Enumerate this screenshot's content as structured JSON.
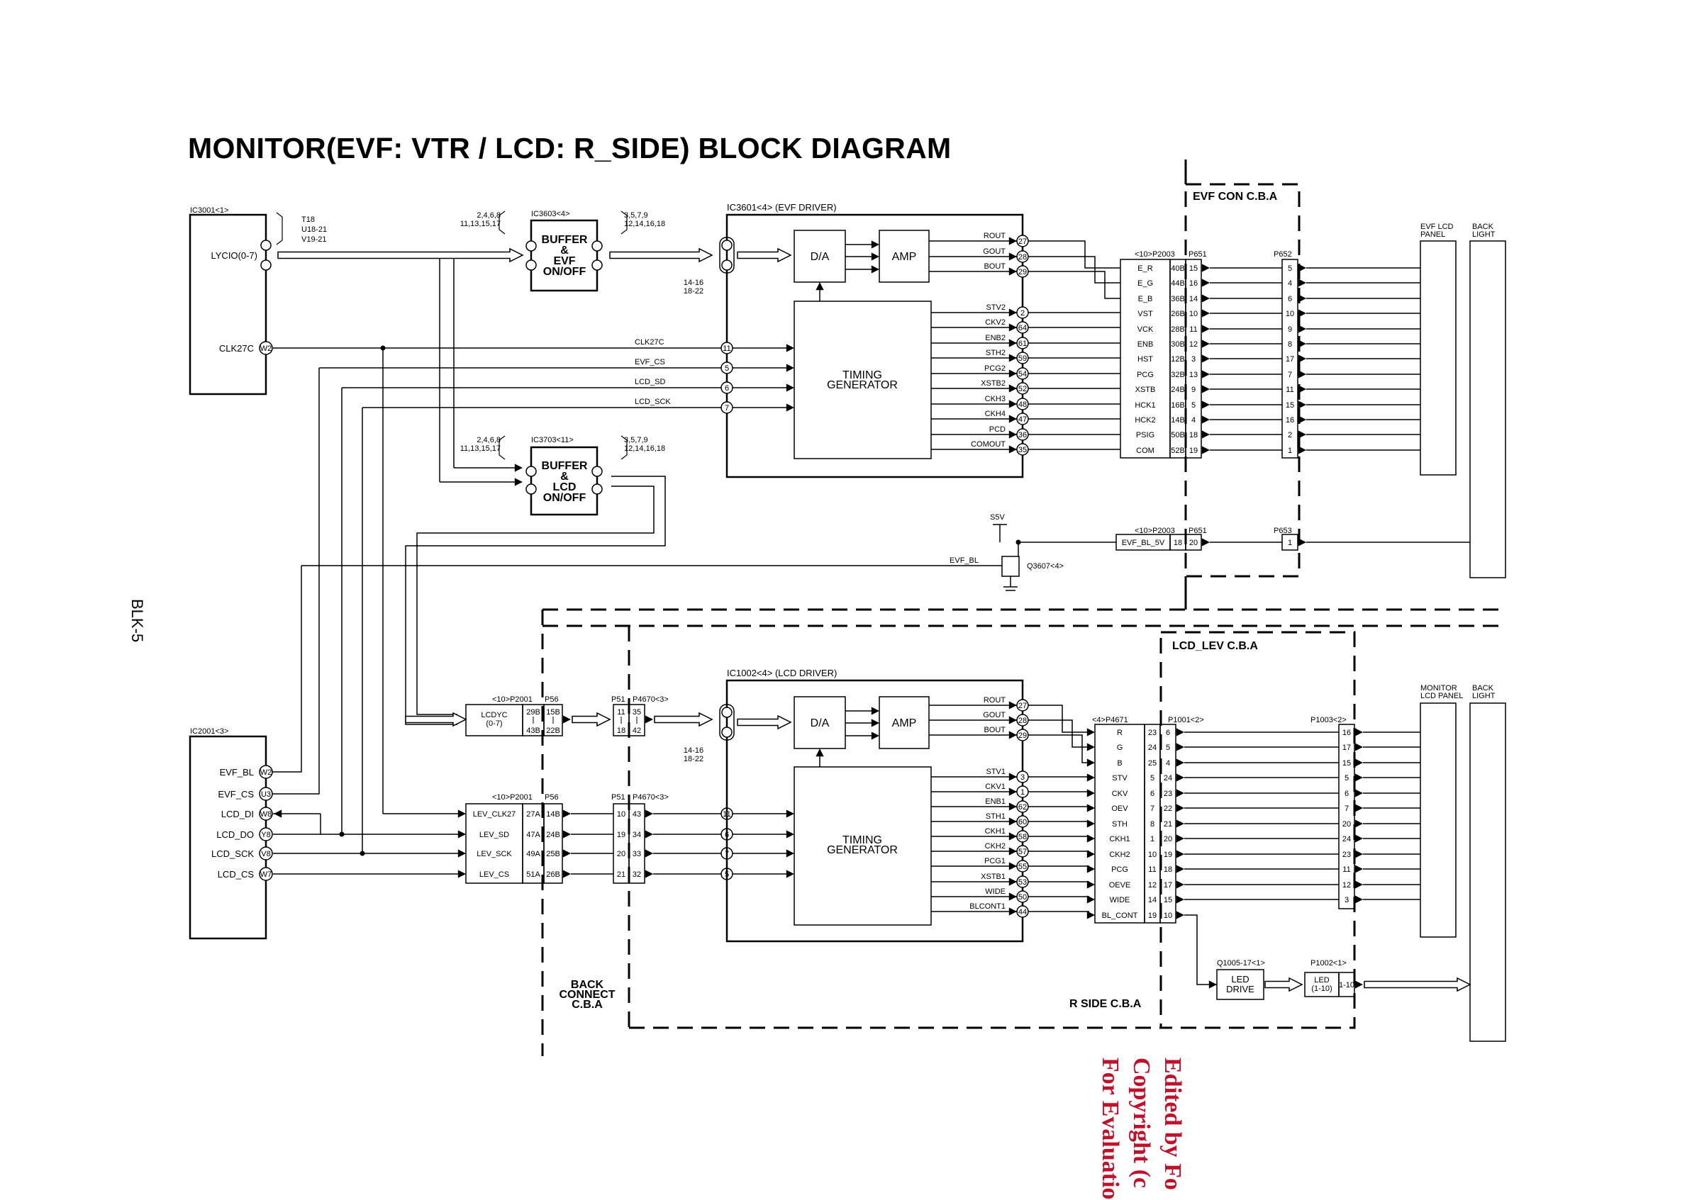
{
  "title": "MONITOR(EVF: VTR / LCD: R_SIDE) BLOCK DIAGRAM",
  "page_label": "BLK-5",
  "watermark": [
    "Edited by Fo",
    "Copyright (c",
    "For Evaluatio"
  ],
  "colors": {
    "line": "#000000",
    "stamp": "#c0102a",
    "background": "#ffffff"
  },
  "boards": {
    "evf_con": "EVF CON C.B.A",
    "lcd_lev": "LCD_LEV C.B.A",
    "r_side": "R SIDE C.B.A",
    "back_connect": [
      "BACK",
      "CONNECT",
      "C.B.A"
    ]
  },
  "ic3001": {
    "label": "IC3001<1>",
    "pin_lycio": "LYCIO(0-7)",
    "pin_clk": "CLK27C",
    "pin_clk_id": "W2",
    "pins_note": [
      "T18",
      "U18-21",
      "V19-21"
    ]
  },
  "ic3603": {
    "label": "IC3603<4>",
    "lines": [
      "BUFFER",
      "&",
      "EVF",
      "ON/OFF"
    ],
    "in_pins": [
      "2,4,6,8",
      "11,13,15,17"
    ],
    "out_pins": [
      "3,5,7,9",
      "12,14,16,18"
    ]
  },
  "ic3703": {
    "label": "IC3703<11>",
    "lines": [
      "BUFFER",
      "&",
      "LCD",
      "ON/OFF"
    ],
    "in_pins": [
      "2,4,6,8",
      "11,13,15,17"
    ],
    "out_pins": [
      "3,5,7,9",
      "12,14,16,18"
    ]
  },
  "ic3601": {
    "label": "IC3601<4> (EVF DRIVER)",
    "da": "D/A",
    "amp": "AMP",
    "tg": [
      "TIMING",
      "GENERATOR"
    ],
    "in_pins": [
      "14-16",
      "18-22"
    ],
    "inputs": [
      {
        "name": "CLK27C",
        "pin": "11"
      },
      {
        "name": "EVF_CS",
        "pin": "5"
      },
      {
        "name": "LCD_SD",
        "pin": "6"
      },
      {
        "name": "LCD_SCK",
        "pin": "7"
      }
    ],
    "outputs": [
      {
        "name": "ROUT",
        "pin": "27"
      },
      {
        "name": "GOUT",
        "pin": "28"
      },
      {
        "name": "BOUT",
        "pin": "29"
      },
      {
        "name": "STV2",
        "pin": "2"
      },
      {
        "name": "CKV2",
        "pin": "64"
      },
      {
        "name": "ENB2",
        "pin": "61"
      },
      {
        "name": "STH2",
        "pin": "59"
      },
      {
        "name": "PCG2",
        "pin": "54"
      },
      {
        "name": "XSTB2",
        "pin": "52"
      },
      {
        "name": "CKH3",
        "pin": "48"
      },
      {
        "name": "CKH4",
        "pin": "47"
      },
      {
        "name": "PCD",
        "pin": "36"
      },
      {
        "name": "COMOUT",
        "pin": "35"
      }
    ]
  },
  "evf_conn": {
    "hdr_p2003": "<10>P2003",
    "hdr_p651": "P651",
    "hdr_p652": "P652",
    "hdr_p653": "P653",
    "rows": [
      {
        "sig": "E_R",
        "a": "40B",
        "b": "15",
        "c": "5"
      },
      {
        "sig": "E_G",
        "a": "44B",
        "b": "16",
        "c": "4"
      },
      {
        "sig": "E_B",
        "a": "36B",
        "b": "14",
        "c": "6"
      },
      {
        "sig": "VST",
        "a": "26B",
        "b": "10",
        "c": "10"
      },
      {
        "sig": "VCK",
        "a": "28B",
        "b": "11",
        "c": "9"
      },
      {
        "sig": "ENB",
        "a": "30B",
        "b": "12",
        "c": "8"
      },
      {
        "sig": "HST",
        "a": "12B",
        "b": "3",
        "c": "17"
      },
      {
        "sig": "PCG",
        "a": "32B",
        "b": "13",
        "c": "7"
      },
      {
        "sig": "XSTB",
        "a": "24B",
        "b": "9",
        "c": "11"
      },
      {
        "sig": "HCK1",
        "a": "16B",
        "b": "5",
        "c": "15"
      },
      {
        "sig": "HCK2",
        "a": "14B",
        "b": "4",
        "c": "16"
      },
      {
        "sig": "PSIG",
        "a": "50B",
        "b": "18",
        "c": "2"
      },
      {
        "sig": "COM",
        "a": "52B",
        "b": "19",
        "c": "1"
      }
    ],
    "bl": {
      "sig": "EVF_BL_5V",
      "a": "18",
      "b": "20",
      "c": "1"
    },
    "s5v": "S5V",
    "evf_bl": "EVF_BL",
    "q3607": "Q3607<4>"
  },
  "panels": {
    "evf_lcd": [
      "EVF LCD",
      "PANEL"
    ],
    "back_light": [
      "BACK",
      "LIGHT"
    ],
    "monitor_lcd": [
      "MONITOR",
      "LCD PANEL"
    ]
  },
  "ic2001": {
    "label": "IC2001<3>",
    "pins": [
      {
        "name": "EVF_BL",
        "pin": "W2"
      },
      {
        "name": "EVF_CS",
        "pin": "U3"
      },
      {
        "name": "LCD_DI",
        "pin": "W8"
      },
      {
        "name": "LCD_DO",
        "pin": "Y8"
      },
      {
        "name": "LCD_SCK",
        "pin": "V8"
      },
      {
        "name": "LCD_CS",
        "pin": "W7"
      }
    ]
  },
  "bc_conn": {
    "hdr_p2001": "<10>P2001",
    "hdr_p56": "P56",
    "hdr_p51": "P51",
    "hdr_p4670": "P4670<3>",
    "lcdyc": [
      "LCDYC",
      "(0-7)"
    ],
    "lcdyc_a": [
      "29B",
      "43B"
    ],
    "lcdyc_b": [
      "15B",
      "22B"
    ],
    "lcdyc_c": [
      "11",
      "18"
    ],
    "lcdyc_d": [
      "35",
      "42"
    ],
    "rows": [
      {
        "sig": "LEV_CLK27",
        "a": "27A",
        "b": "14B",
        "c": "10",
        "d": "43"
      },
      {
        "sig": "LEV_SD",
        "a": "47A",
        "b": "24B",
        "c": "19",
        "d": "34"
      },
      {
        "sig": "LEV_SCK",
        "a": "49A",
        "b": "25B",
        "c": "20",
        "d": "33"
      },
      {
        "sig": "LEV_CS",
        "a": "51A",
        "b": "26B",
        "c": "21",
        "d": "32"
      }
    ]
  },
  "ic1002": {
    "label": "IC1002<4> (LCD DRIVER)",
    "da": "D/A",
    "amp": "AMP",
    "tg": [
      "TIMING",
      "GENERATOR"
    ],
    "in_pins": [
      "14-16",
      "18-22"
    ],
    "in_pin_nums": [
      "11",
      "6",
      "7",
      "5"
    ],
    "outputs": [
      {
        "name": "ROUT",
        "pin": "27"
      },
      {
        "name": "GOUT",
        "pin": "28"
      },
      {
        "name": "BOUT",
        "pin": "29"
      },
      {
        "name": "STV1",
        "pin": "3"
      },
      {
        "name": "CKV1",
        "pin": "1"
      },
      {
        "name": "ENB1",
        "pin": "62"
      },
      {
        "name": "STH1",
        "pin": "60"
      },
      {
        "name": "CKH1",
        "pin": "58"
      },
      {
        "name": "CKH2",
        "pin": "57"
      },
      {
        "name": "PCG1",
        "pin": "55"
      },
      {
        "name": "XSTB1",
        "pin": "53"
      },
      {
        "name": "WIDE",
        "pin": "50"
      },
      {
        "name": "BLCONT1",
        "pin": "44"
      }
    ]
  },
  "lcd_conn": {
    "hdr_p4671": "<4>P4671",
    "hdr_p1001": "P1001<2>",
    "hdr_p1003": "P1003<2>",
    "rows": [
      {
        "sig": "R",
        "a": "23",
        "b": "6",
        "c": "16"
      },
      {
        "sig": "G",
        "a": "24",
        "b": "5",
        "c": "17"
      },
      {
        "sig": "B",
        "a": "25",
        "b": "4",
        "c": "15"
      },
      {
        "sig": "STV",
        "a": "5",
        "b": "24",
        "c": "5"
      },
      {
        "sig": "CKV",
        "a": "6",
        "b": "23",
        "c": "6"
      },
      {
        "sig": "OEV",
        "a": "7",
        "b": "22",
        "c": "7"
      },
      {
        "sig": "STH",
        "a": "8",
        "b": "21",
        "c": "20"
      },
      {
        "sig": "CKH1",
        "a": "1",
        "b": "20",
        "c": "24"
      },
      {
        "sig": "CKH2",
        "a": "10",
        "b": "19",
        "c": "23"
      },
      {
        "sig": "PCG",
        "a": "11",
        "b": "18",
        "c": "11"
      },
      {
        "sig": "OEVE",
        "a": "12",
        "b": "17",
        "c": "12"
      },
      {
        "sig": "WIDE",
        "a": "14",
        "b": "15",
        "c": "3"
      },
      {
        "sig": "BL_CONT",
        "a": "19",
        "b": "10",
        "c": ""
      }
    ],
    "q1005": "Q1005-17<1>",
    "led_drive": [
      "LED",
      "DRIVE"
    ],
    "p1002": "P1002<1>",
    "led": [
      "LED",
      "(1-10)"
    ],
    "led_pins": "1-10"
  }
}
